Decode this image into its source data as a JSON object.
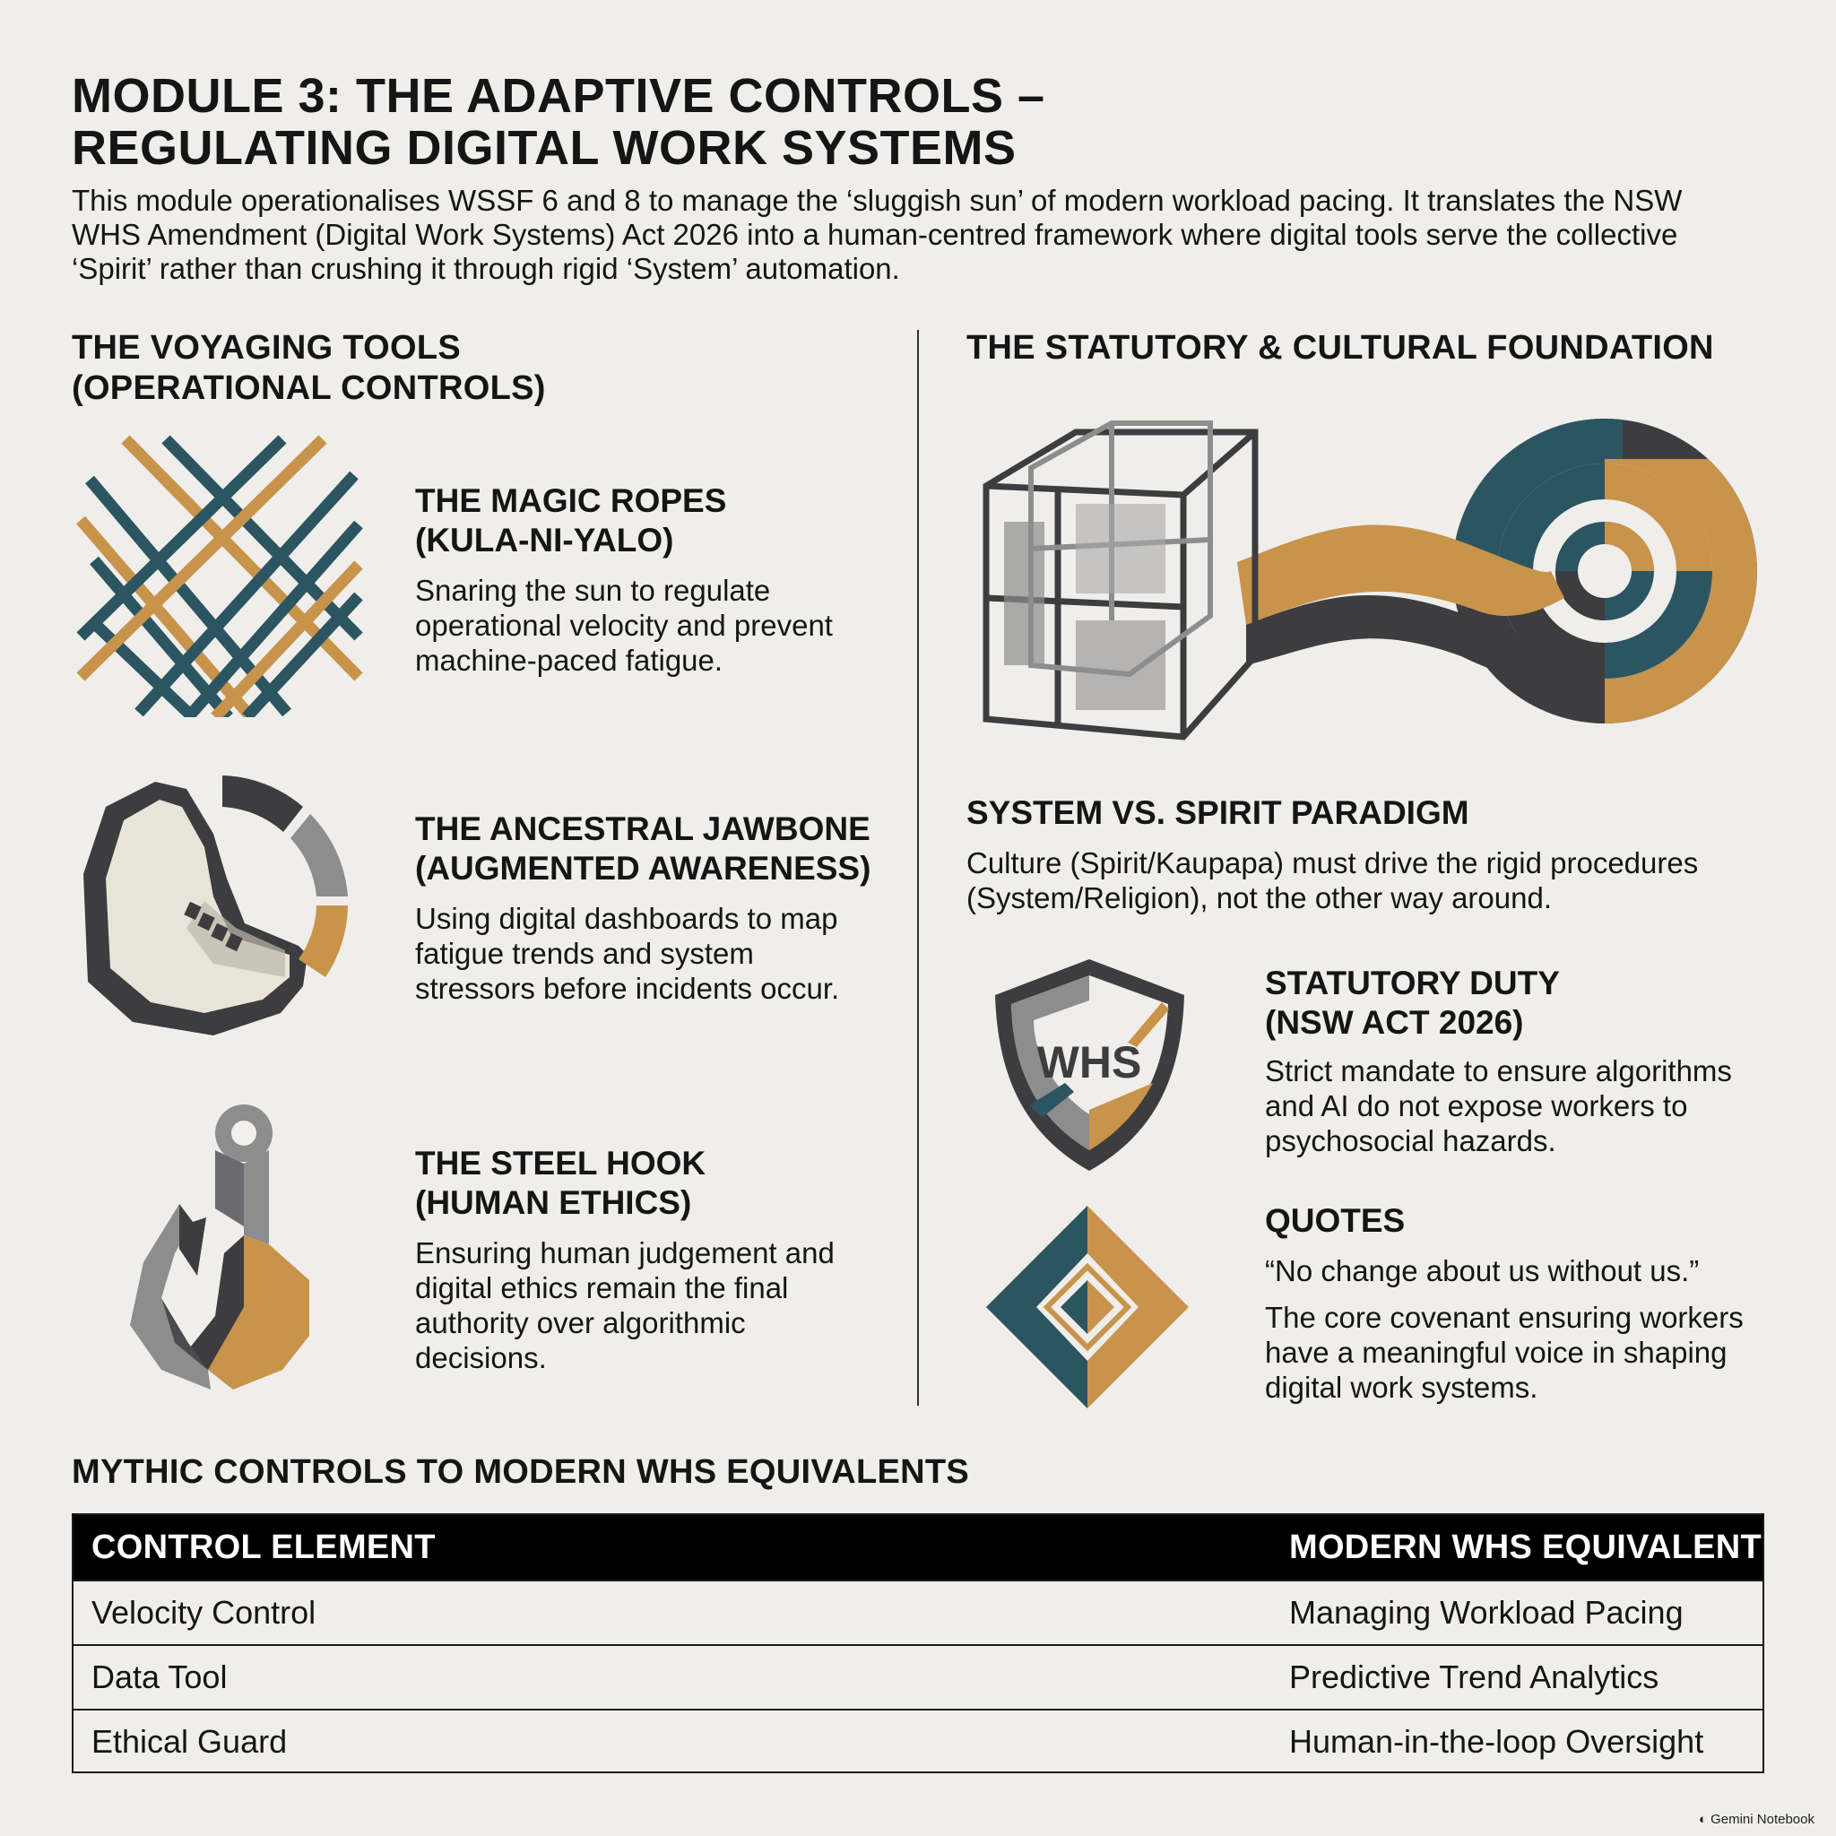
{
  "header": {
    "title_line1": "MODULE 3: THE ADAPTIVE CONTROLS –",
    "title_line2": "REGULATING DIGITAL WORK SYSTEMS",
    "intro": "This module operationalises WSSF 6 and 8 to manage the ‘sluggish sun’ of modern workload pacing. It translates the NSW WHS Amendment (Digital Work Systems) Act 2026 into a human-centred framework where digital tools serve the collective ‘Spirit’ rather than crushing it through rigid ‘System’ automation."
  },
  "left": {
    "heading_line1": "THE VOYAGING TOOLS",
    "heading_line2": "(OPERATIONAL CONTROLS)",
    "items": [
      {
        "title_line1": "THE MAGIC ROPES",
        "title_line2": "(KULA-NI-YALO)",
        "desc": "Snaring the sun to regulate operational velocity and prevent machine-paced fatigue.",
        "icon": "crossed-ropes-icon"
      },
      {
        "title_line1": "THE ANCESTRAL JAWBONE",
        "title_line2": "(AUGMENTED AWARENESS)",
        "desc": "Using digital dashboards to map fatigue trends and system stressors before incidents occur.",
        "icon": "jawbone-icon"
      },
      {
        "title_line1": "THE STEEL HOOK",
        "title_line2": "(HUMAN ETHICS)",
        "desc": "Ensuring human judgement and digital ethics remain the final authority over algorithmic decisions.",
        "icon": "hook-icon"
      }
    ]
  },
  "right": {
    "heading": "THE STATUTORY & CULTURAL FOUNDATION",
    "paradigm": {
      "title": "SYSTEM VS. SPIRIT PARADIGM",
      "desc": "Culture (Spirit/Kaupapa) must drive the rigid procedures (System/Religion), not the other way around.",
      "icon": "cube-to-spiral-icon"
    },
    "duty": {
      "title_line1": "STATUTORY DUTY",
      "title_line2": "(NSW ACT 2026)",
      "desc": "Strict mandate to ensure algorithms and AI do not expose workers to psychosocial hazards.",
      "icon": "whs-shield-icon",
      "shield_text": "WHS"
    },
    "quotes": {
      "title": "QUOTES",
      "quote": "“No change about us without us.”",
      "desc": "The core covenant ensuring workers have a meaningful voice in shaping digital work systems.",
      "icon": "diamond-icon"
    }
  },
  "table": {
    "title": "MYTHIC CONTROLS TO MODERN WHS EQUIVALENTS",
    "headers": [
      "CONTROL ELEMENT",
      "MODERN WHS EQUIVALENT"
    ],
    "rows": [
      [
        "Velocity Control",
        "Managing Workload Pacing"
      ],
      [
        "Data Tool",
        "Predictive Trend Analytics"
      ],
      [
        "Ethical Guard",
        "Human-in-the-loop Oversight"
      ]
    ]
  },
  "watermark": "Gemini Notebook",
  "colors": {
    "teal": "#2c5562",
    "gold": "#c8934a",
    "charcoal": "#3d3c3f",
    "grey": "#8d8d8d",
    "cream": "#e9e4d8",
    "background": "#efeeeb"
  }
}
